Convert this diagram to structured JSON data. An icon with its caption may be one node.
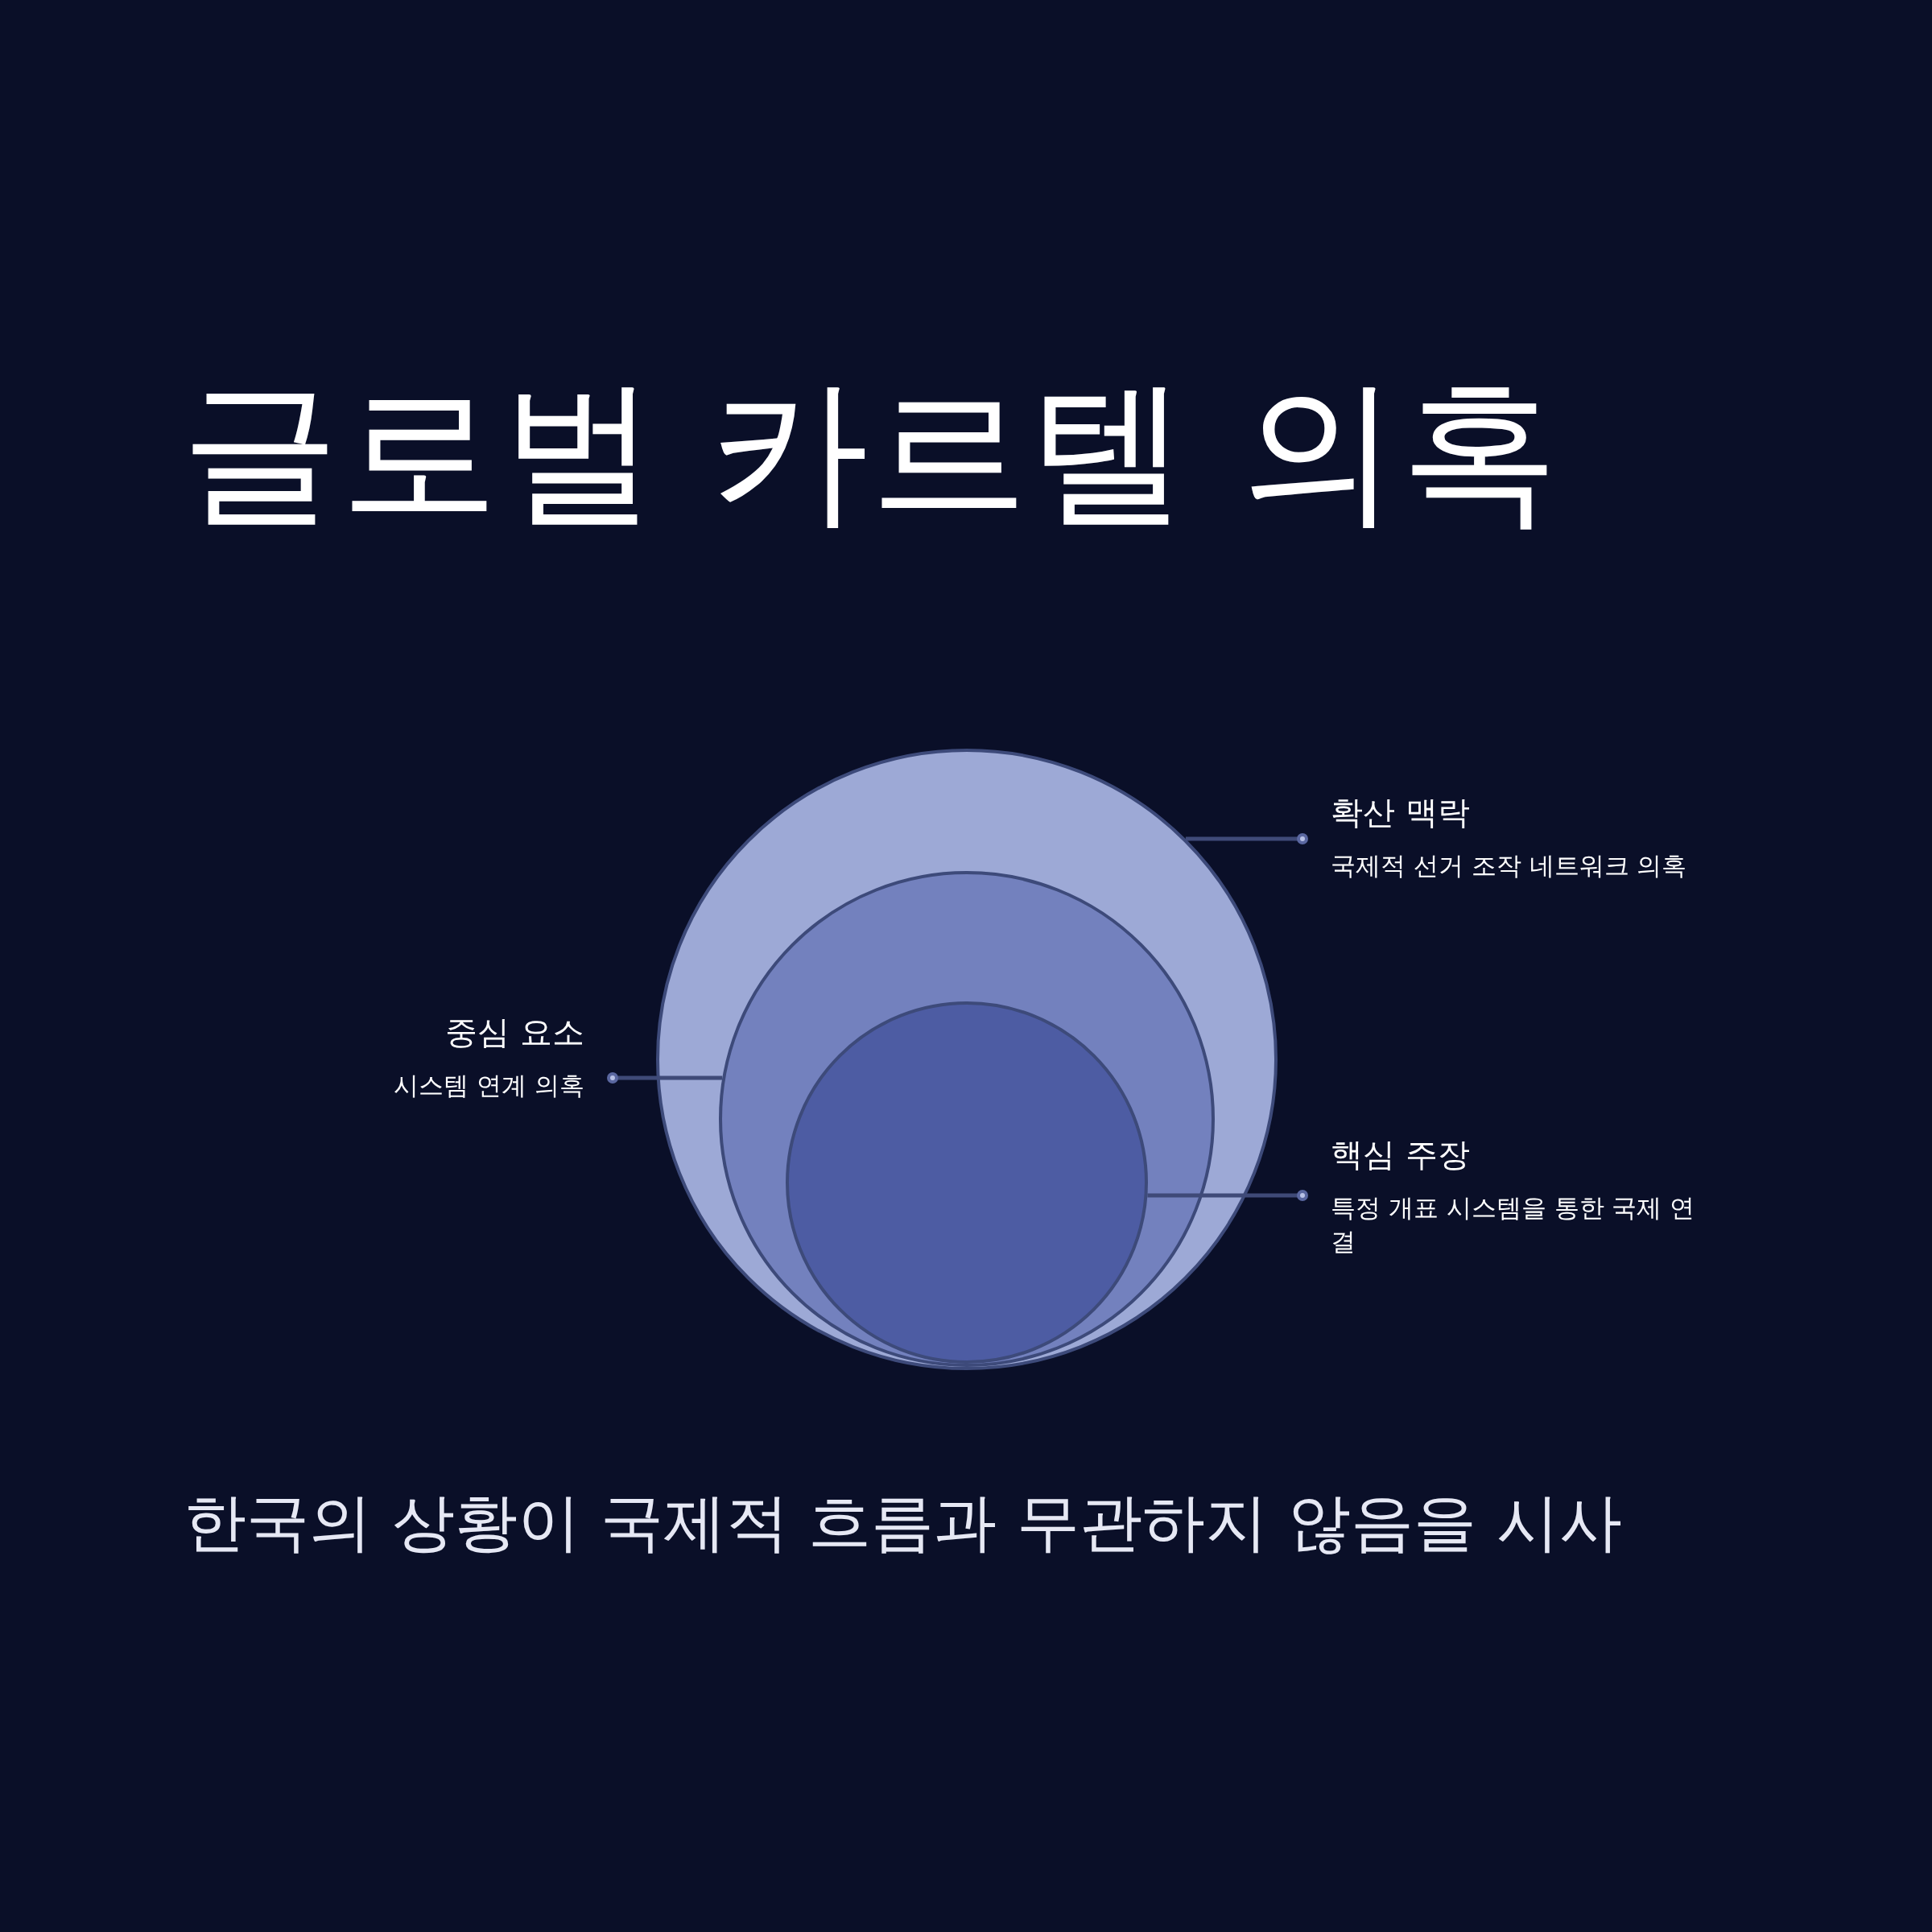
{
  "diagram": {
    "title": "글로벌 카르텔 의혹",
    "caption": "한국의 상황이 국제적 흐름과 무관하지 않음을 시사",
    "nodes": [
      {
        "text": [],
        "shape": "circle"
      },
      {
        "text": [],
        "shape": "circle",
        "in": 0
      },
      {
        "text": [],
        "shape": "circle",
        "in": 1
      },
      {
        "text": [
          "확산 맥락",
          "국제적 선거 조작 네트워크 의혹"
        ]
      },
      {
        "text": [
          "중심 요소",
          "시스템 연계 의혹"
        ]
      },
      {
        "text": [
          "핵심 주장",
          "특정 개표 시스템을 통한 국제 연결"
        ]
      }
    ],
    "edges": [
      {
        "from": 3,
        "to": 0,
        "arrow": "other"
      },
      {
        "from": 4,
        "to": 1,
        "arrow": "other"
      },
      {
        "from": 5,
        "to": 2,
        "arrow": "other"
      }
    ]
  }
}
